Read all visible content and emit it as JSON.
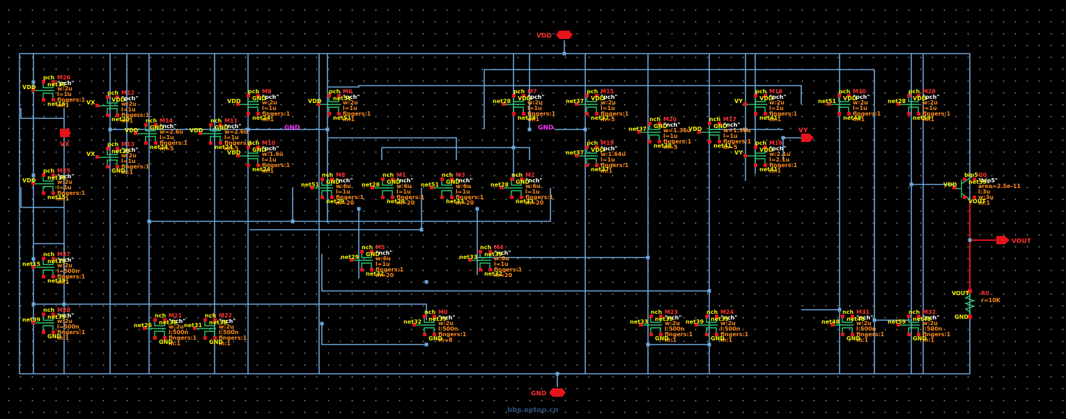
{
  "pins": {
    "vdd": "VDD",
    "gnd": "GND",
    "vx": "VX",
    "vy": "VY",
    "vout": "VOUT"
  },
  "watermark": "bbs.eetop.cn",
  "colors": {
    "wire": "#6ea8dc",
    "device": "#2ecc71",
    "pin": "#e8141b",
    "instance": "#ff3030",
    "param": "#ff8c1a",
    "terminal": "#f2f200",
    "net_magenta": "#ff33ff"
  },
  "devices": [
    {
      "id": "M26",
      "model": "\"pch\"",
      "w": "w:2u",
      "l": "l=1u",
      "fingers": "fingers:1",
      "m": "m:1",
      "cell": "pch",
      "nets": [
        "VDD",
        "net16",
        "net16"
      ]
    },
    {
      "id": "M25",
      "model": "\"pch\"",
      "w": "w:2u",
      "l": "l=1u",
      "fingers": "fingers:1",
      "m": "m:1",
      "cell": "pch",
      "nets": [
        "VDD",
        "net16",
        "net15"
      ]
    },
    {
      "id": "M27",
      "model": "\"nch\"",
      "w": "w:2u",
      "l": "l=500n",
      "fingers": "fingers:1",
      "m": "m:1",
      "cell": "nch",
      "nets": [
        "net15",
        "net15",
        "net39"
      ]
    },
    {
      "id": "M28",
      "model": "\"nch\"",
      "w": "w:2u",
      "l": "l=500n",
      "fingers": "fingers:1",
      "m": "m:1",
      "cell": "nch",
      "nets": [
        "net39",
        "net39",
        "GND"
      ]
    },
    {
      "id": "M12",
      "model": "\"pch\"",
      "w": "w:2u",
      "l": "l=1u",
      "fingers": "fingers:1",
      "m": "m:1",
      "cell": "pch",
      "nets": [
        "VX",
        "VDD",
        "net20"
      ]
    },
    {
      "id": "M13",
      "model": "\"pch\"",
      "w": "w:2u",
      "l": "l=1u",
      "fingers": "fingers:1",
      "m": "m:1",
      "cell": "pch",
      "nets": [
        "VX",
        "net20",
        "GND"
      ]
    },
    {
      "id": "M14",
      "model": "\"nch\"",
      "w": "w=2.6u",
      "l": "l=1u",
      "fingers": "fingers:1",
      "m": "m=5",
      "cell": "nch",
      "nets": [
        "VDD",
        "GND",
        "net24"
      ]
    },
    {
      "id": "M11",
      "model": "\"nch\"",
      "w": "w=2.6u",
      "l": "l=1u",
      "fingers": "fingers:1",
      "m": "m=5",
      "cell": "nch",
      "nets": [
        "VDD",
        "GND",
        "net24"
      ]
    },
    {
      "id": "M9",
      "model": "\"pch\"",
      "w": "w:2u",
      "l": "l=1u",
      "fingers": "fingers:1",
      "m": "m:1",
      "cell": "pch",
      "nets": [
        "VDD",
        "GND",
        "net24"
      ]
    },
    {
      "id": "M10",
      "model": "\"pch\"",
      "w": "w:1.6u",
      "l": "l=1u",
      "fingers": "fingers:1",
      "m": "m:1",
      "cell": "pch",
      "nets": [
        "VDD",
        "GND",
        "net24"
      ]
    },
    {
      "id": "M6",
      "model": "\"pch\"",
      "w": "w:2u",
      "l": "l=1u",
      "fingers": "fingers:1",
      "m": "m:1",
      "cell": "pch",
      "nets": [
        "VDD",
        "net51",
        "net51"
      ]
    },
    {
      "id": "M7",
      "model": "\"pch\"",
      "w": "w:2u",
      "l": "l=1u",
      "fingers": "fingers:1",
      "m": "m:1",
      "cell": "pch",
      "nets": [
        "net28",
        "VDD",
        "net28"
      ]
    },
    {
      "id": "M15",
      "model": "\"pch\"",
      "w": "w:2u",
      "l": "l=1u",
      "fingers": "fingers:1",
      "m": "m=5",
      "cell": "pch",
      "nets": [
        "net37",
        "VDD",
        "net37"
      ]
    },
    {
      "id": "M19",
      "model": "\"pch\"",
      "w": "w:1.64u",
      "l": "l=1u",
      "fingers": "fingers:1",
      "m": "m:1",
      "cell": "pch",
      "nets": [
        "net37",
        "VDD",
        "net37"
      ]
    },
    {
      "id": "M20",
      "model": "\"nch\"",
      "w": "w=1.36u",
      "l": "l=1u",
      "fingers": "fingers:1",
      "m": "m=5",
      "cell": "nch",
      "nets": [
        "net37",
        "GND",
        "net38"
      ]
    },
    {
      "id": "M17",
      "model": "\"nch\"",
      "w": "w=1.36u",
      "l": "l=1u",
      "fingers": "fingers:1",
      "m": "m=5",
      "cell": "nch",
      "nets": [
        "VDD",
        "GND",
        "net41"
      ]
    },
    {
      "id": "M16",
      "model": "\"pch\"",
      "w": "w:2.1u",
      "l": "l=2.1u",
      "fingers": "fingers:1",
      "m": "m:1",
      "cell": "pch",
      "nets": [
        "VY",
        "VDD",
        "net41"
      ]
    },
    {
      "id": "M18",
      "model": "\"pch\"",
      "w": "w:2u",
      "l": "l=1u",
      "fingers": "fingers:1",
      "m": "m:1",
      "cell": "pch",
      "nets": [
        "VY",
        "VDD",
        "net41"
      ]
    },
    {
      "id": "M30",
      "model": "\"pch\"",
      "w": "w:2u",
      "l": "l=1u",
      "fingers": "fingers:1",
      "m": "m:1",
      "cell": "pch",
      "nets": [
        "net51",
        "VDD",
        "net48"
      ]
    },
    {
      "id": "M29",
      "model": "\"pch\"",
      "w": "w:2u",
      "l": "l=1u",
      "fingers": "fingers:1",
      "m": "m:1",
      "cell": "pch",
      "nets": [
        "net28",
        "VDD",
        "net59"
      ]
    },
    {
      "id": "M8",
      "model": "\"nch\"",
      "w": "w:6u",
      "l": "l=1u",
      "fingers": "fingers:1",
      "m": "m=20",
      "cell": "nch",
      "nets": [
        "net51",
        "GND",
        "net29"
      ]
    },
    {
      "id": "M1",
      "model": "\"nch\"",
      "w": "w:6u",
      "l": "l=1u",
      "fingers": "fingers:1",
      "m": "m=20",
      "cell": "nch",
      "nets": [
        "net28",
        "GND",
        "net29"
      ]
    },
    {
      "id": "M3",
      "model": "\"nch\"",
      "w": "w:6u",
      "l": "l=1u",
      "fingers": "fingers:1",
      "m": "m=20",
      "cell": "nch",
      "nets": [
        "net51",
        "GND",
        "net33"
      ]
    },
    {
      "id": "M2",
      "model": "\"nch\"",
      "w": "w:6u",
      "l": "l=1u",
      "fingers": "fingers:1",
      "m": "m=20",
      "cell": "nch",
      "nets": [
        "net28",
        "GND",
        "net33"
      ]
    },
    {
      "id": "M5",
      "model": "\"nch\"",
      "w": "w:6u",
      "l": "l=1u",
      "fingers": "fingers:1",
      "m": "m=20",
      "cell": "nch",
      "nets": [
        "net29",
        "GND",
        "net32"
      ]
    },
    {
      "id": "M4",
      "model": "\"nch\"",
      "w": "w:6u",
      "l": "l=1u",
      "fingers": "fingers:1",
      "m": "m=20",
      "cell": "nch",
      "nets": [
        "net33",
        "net39",
        "net32"
      ]
    },
    {
      "id": "M21",
      "model": "\"nch\"",
      "w": "w:2u",
      "l": "l:500n",
      "fingers": "fingers:1",
      "m": "m:1",
      "cell": "nch",
      "nets": [
        "net26",
        "net38",
        "GND"
      ]
    },
    {
      "id": "M22",
      "model": "\"nch\"",
      "w": "w:2u",
      "l": "l:500n",
      "fingers": "fingers:1",
      "m": "m:1",
      "cell": "nch",
      "nets": [
        "net31",
        "net38",
        "GND"
      ]
    },
    {
      "id": "M0",
      "model": "\"nch\"",
      "w": "w:2u",
      "l": "l:500n",
      "fingers": "fingers:1",
      "m": "m=8",
      "cell": "nch",
      "nets": [
        "net32",
        "net39",
        "GND"
      ]
    },
    {
      "id": "M23",
      "model": "\"nch\"",
      "w": "w:2u",
      "l": "l:500n",
      "fingers": "fingers:1",
      "m": "m:1",
      "cell": "nch",
      "nets": [
        "net33",
        "net39",
        "GND"
      ]
    },
    {
      "id": "M24",
      "model": "\"nch\"",
      "w": "w:2u",
      "l": "l:500n",
      "fingers": "fingers:1",
      "m": "m:1",
      "cell": "nch",
      "nets": [
        "net39",
        "net39",
        "GND"
      ]
    },
    {
      "id": "M31",
      "model": "\"nch\"",
      "w": "w:2u",
      "l": "l:500n",
      "fingers": "fingers:1",
      "m": "m:1",
      "cell": "nch",
      "nets": [
        "net48",
        "net48",
        "GND"
      ]
    },
    {
      "id": "M32",
      "model": "\"nch\"",
      "w": "w:2u",
      "l": "l:500n",
      "fingers": "fingers:1",
      "m": "m:1",
      "cell": "nch",
      "nets": [
        "net59",
        "net48",
        "GND"
      ]
    },
    {
      "id": "Q0",
      "model": "\"bip5\"",
      "w": "area=2.5e-11",
      "l": "l:3u",
      "fingers": "w:3u",
      "m": "m:1",
      "cell": "bip5",
      "nets": [
        "VDD",
        "net59",
        "VOUT"
      ]
    }
  ],
  "resistor": {
    "id": "R0",
    "value": "r=10K",
    "top": "VOUT",
    "bottom": "GND"
  }
}
